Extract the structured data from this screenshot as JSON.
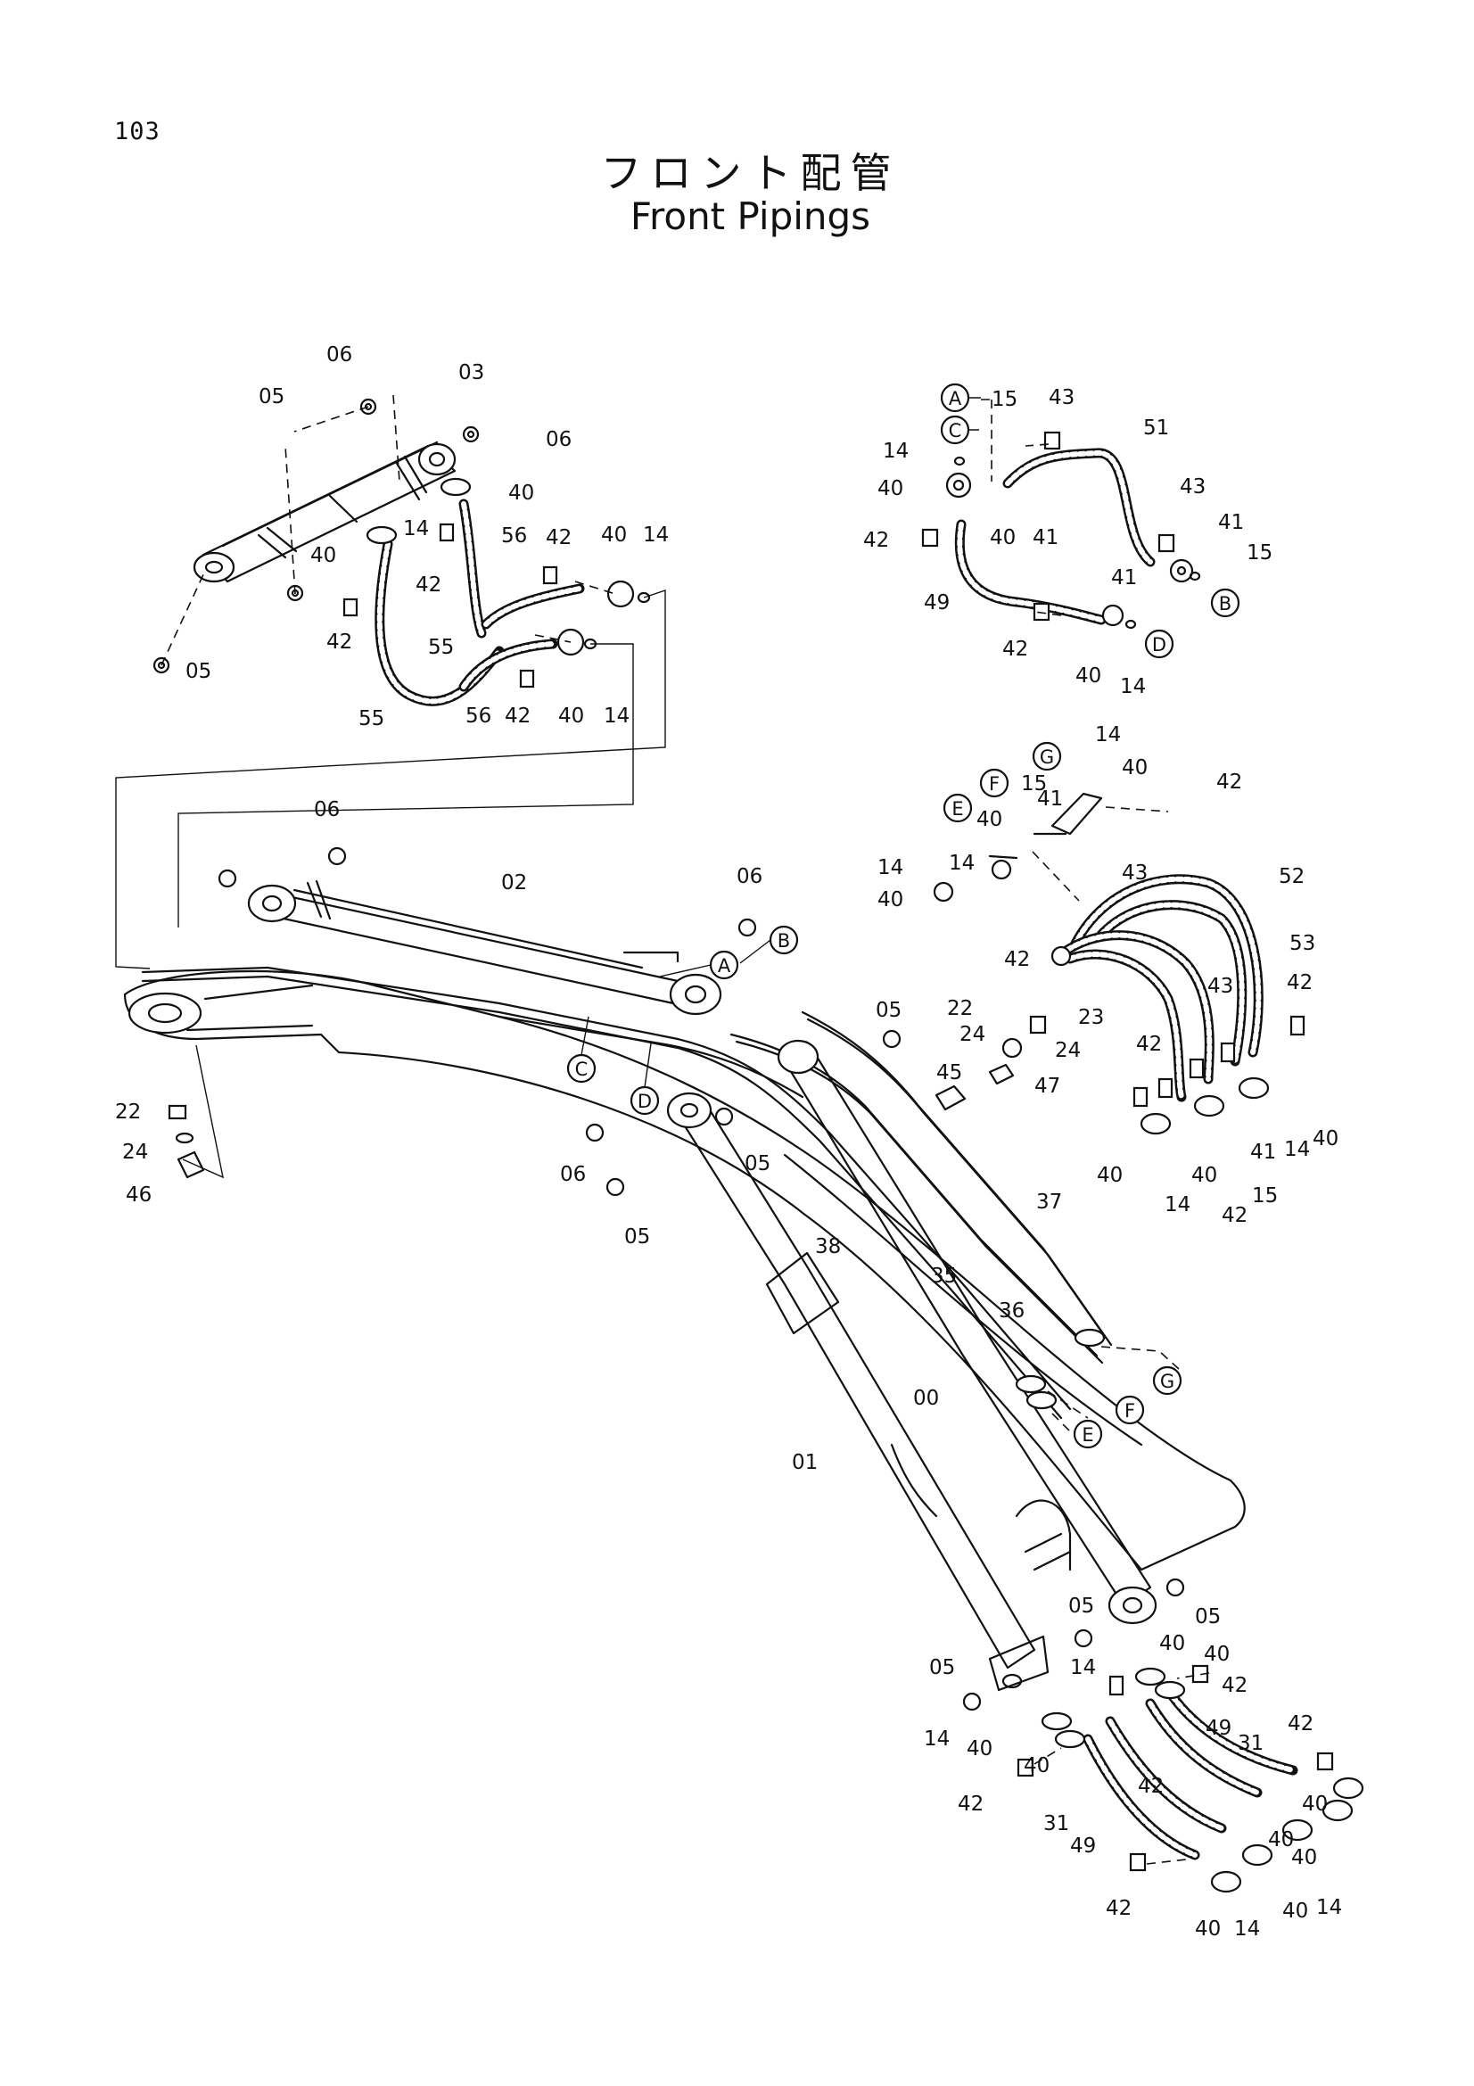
{
  "page_number": "103",
  "title_jp": "フロント配管",
  "title_en": "Front Pipings",
  "part_numbers": [
    "00",
    "01",
    "02",
    "03",
    "05",
    "06",
    "14",
    "15",
    "22",
    "23",
    "24",
    "31",
    "35",
    "36",
    "37",
    "38",
    "40",
    "41",
    "42",
    "43",
    "45",
    "46",
    "47",
    "49",
    "51",
    "52",
    "53",
    "55",
    "56"
  ],
  "reference_markers": [
    "A",
    "B",
    "C",
    "D",
    "E",
    "F",
    "G"
  ],
  "labels": {
    "l00": "00",
    "l01": "01",
    "l02": "02",
    "l03": "03",
    "l05a": "05",
    "l05b": "05",
    "l05c": "05",
    "l05d": "05",
    "l05e": "05",
    "l05f": "05",
    "l05g": "05",
    "l05h": "05",
    "l06a": "06",
    "l06b": "06",
    "l06c": "06",
    "l06d": "06",
    "l06e": "06",
    "l14a": "14",
    "l14b": "14",
    "l14c": "14",
    "l14d": "14",
    "l14e": "14",
    "l14f": "14",
    "l14g": "14",
    "l14h": "14",
    "l14i": "14",
    "l14j": "14",
    "l14k": "14",
    "l14l": "14",
    "l14m": "14",
    "l14n": "14",
    "l15a": "15",
    "l15b": "15",
    "l15c": "15",
    "l15d": "15",
    "l22a": "22",
    "l22b": "22",
    "l23": "23",
    "l24a": "24",
    "l24b": "24",
    "l24c": "24",
    "l31a": "31",
    "l31b": "31",
    "l35": "35",
    "l36": "36",
    "l37": "37",
    "l38": "38",
    "l40a": "40",
    "l40b": "40",
    "l40c": "40",
    "l40d": "40",
    "l40e": "40",
    "l40f": "40",
    "l40g": "40",
    "l40h": "40",
    "l40i": "40",
    "l40j": "40",
    "l40k": "40",
    "l40l": "40",
    "l40m": "40",
    "l40n": "40",
    "l40o": "40",
    "l40p": "40",
    "l40q": "40",
    "l40r": "40",
    "l40s": "40",
    "l40t": "40",
    "l40u": "40",
    "l40v": "40",
    "l40w": "40",
    "l40x": "40",
    "l41a": "41",
    "l41b": "41",
    "l41c": "41",
    "l41d": "41",
    "l41e": "41",
    "l42a": "42",
    "l42b": "42",
    "l42c": "42",
    "l42d": "42",
    "l42e": "42",
    "l42f": "42",
    "l42g": "42",
    "l42h": "42",
    "l42i": "42",
    "l42j": "42",
    "l42k": "42",
    "l42l": "42",
    "l42m": "42",
    "l42n": "42",
    "l42o": "42",
    "l42p": "42",
    "l43a": "43",
    "l43b": "43",
    "l43c": "43",
    "l43d": "43",
    "l45": "45",
    "l46": "46",
    "l47": "47",
    "l49a": "49",
    "l49b": "49",
    "l49c": "49",
    "l51": "51",
    "l52": "52",
    "l53": "53",
    "l55a": "55",
    "l55b": "55",
    "l56a": "56",
    "l56b": "56"
  }
}
